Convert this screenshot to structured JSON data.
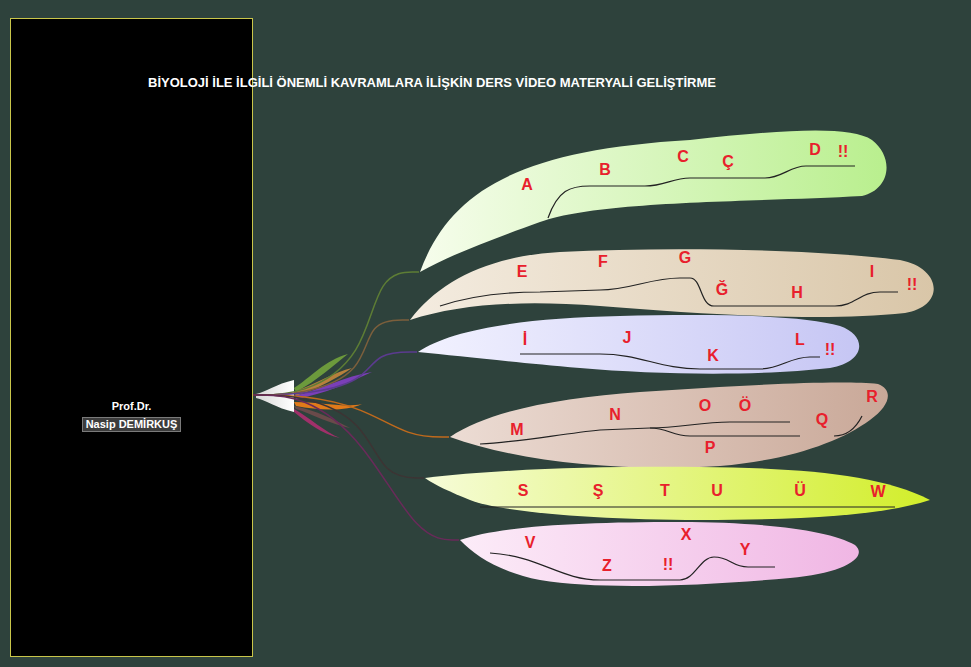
{
  "diagram": {
    "title": "BİYOLOJİ İLE İLGİLİ ÖNEMLİ KAVRAMLARA İLİŞKİN DERS VİDEO MATERYALİ GELİŞTİRME",
    "nodes": [
      {
        "text": [
          "Prof.Dr.",
          "Nasip DEMİRKUŞ"
        ]
      },
      {
        "text": [
          "A",
          "B",
          "C",
          "Ç",
          "D",
          "!!"
        ]
      },
      {
        "text": [
          "E",
          "F",
          "G",
          "Ğ",
          "H",
          "I",
          "!!"
        ]
      },
      {
        "text": [
          "İ",
          "J",
          "K",
          "L",
          "!!"
        ]
      },
      {
        "text": [
          "M",
          "N",
          "O",
          "Ö",
          "P",
          "Q",
          "R"
        ]
      },
      {
        "text": [
          "S",
          "Ş",
          "T",
          "U",
          "Ü",
          "W"
        ]
      },
      {
        "text": [
          "V",
          "Z",
          "!!",
          "X",
          "Y"
        ]
      }
    ],
    "edges": [
      {
        "from": 0,
        "to": 1,
        "arrow": "none"
      },
      {
        "from": 0,
        "to": 2,
        "arrow": "none"
      },
      {
        "from": 0,
        "to": 3,
        "arrow": "none"
      },
      {
        "from": 0,
        "to": 4,
        "arrow": "none"
      },
      {
        "from": 0,
        "to": 5,
        "arrow": "none"
      },
      {
        "from": 0,
        "to": 6,
        "arrow": "none"
      }
    ]
  }
}
